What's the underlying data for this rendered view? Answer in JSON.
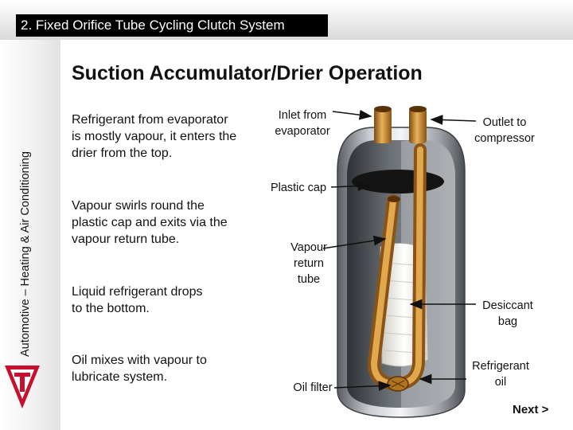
{
  "header": {
    "title": "2. Fixed Orifice Tube Cycling Clutch System"
  },
  "sidebar": {
    "course_label": "Automotive – Heating & Air Conditioning"
  },
  "slide": {
    "title": "Suction Accumulator/Drier Operation",
    "paragraphs": [
      [
        "Refrigerant from evaporator",
        "is mostly vapour, it enters the",
        "drier from the top."
      ],
      [
        "Vapour swirls round the",
        "plastic cap and exits via the",
        "vapour return tube."
      ],
      [
        "Liquid refrigerant drops",
        "to the bottom."
      ],
      [
        "Oil mixes with vapour to",
        "lubricate system."
      ]
    ]
  },
  "diagram": {
    "labels": {
      "inlet": [
        "Inlet from",
        "evaporator"
      ],
      "outlet": [
        "Outlet to",
        "compressor"
      ],
      "plastic_cap": "Plastic cap",
      "vapour_tube": [
        "Vapour",
        "return",
        "tube"
      ],
      "desiccant": [
        "Desiccant",
        "bag"
      ],
      "oil_filter": "Oil filter",
      "refrigerant_oil": [
        "Refrigerant",
        "oil"
      ]
    }
  },
  "nav": {
    "next_label": "Next >"
  },
  "colors": {
    "title_bar": "#000000",
    "copper": "#c98a2c",
    "logo_red": "#c8102e"
  }
}
